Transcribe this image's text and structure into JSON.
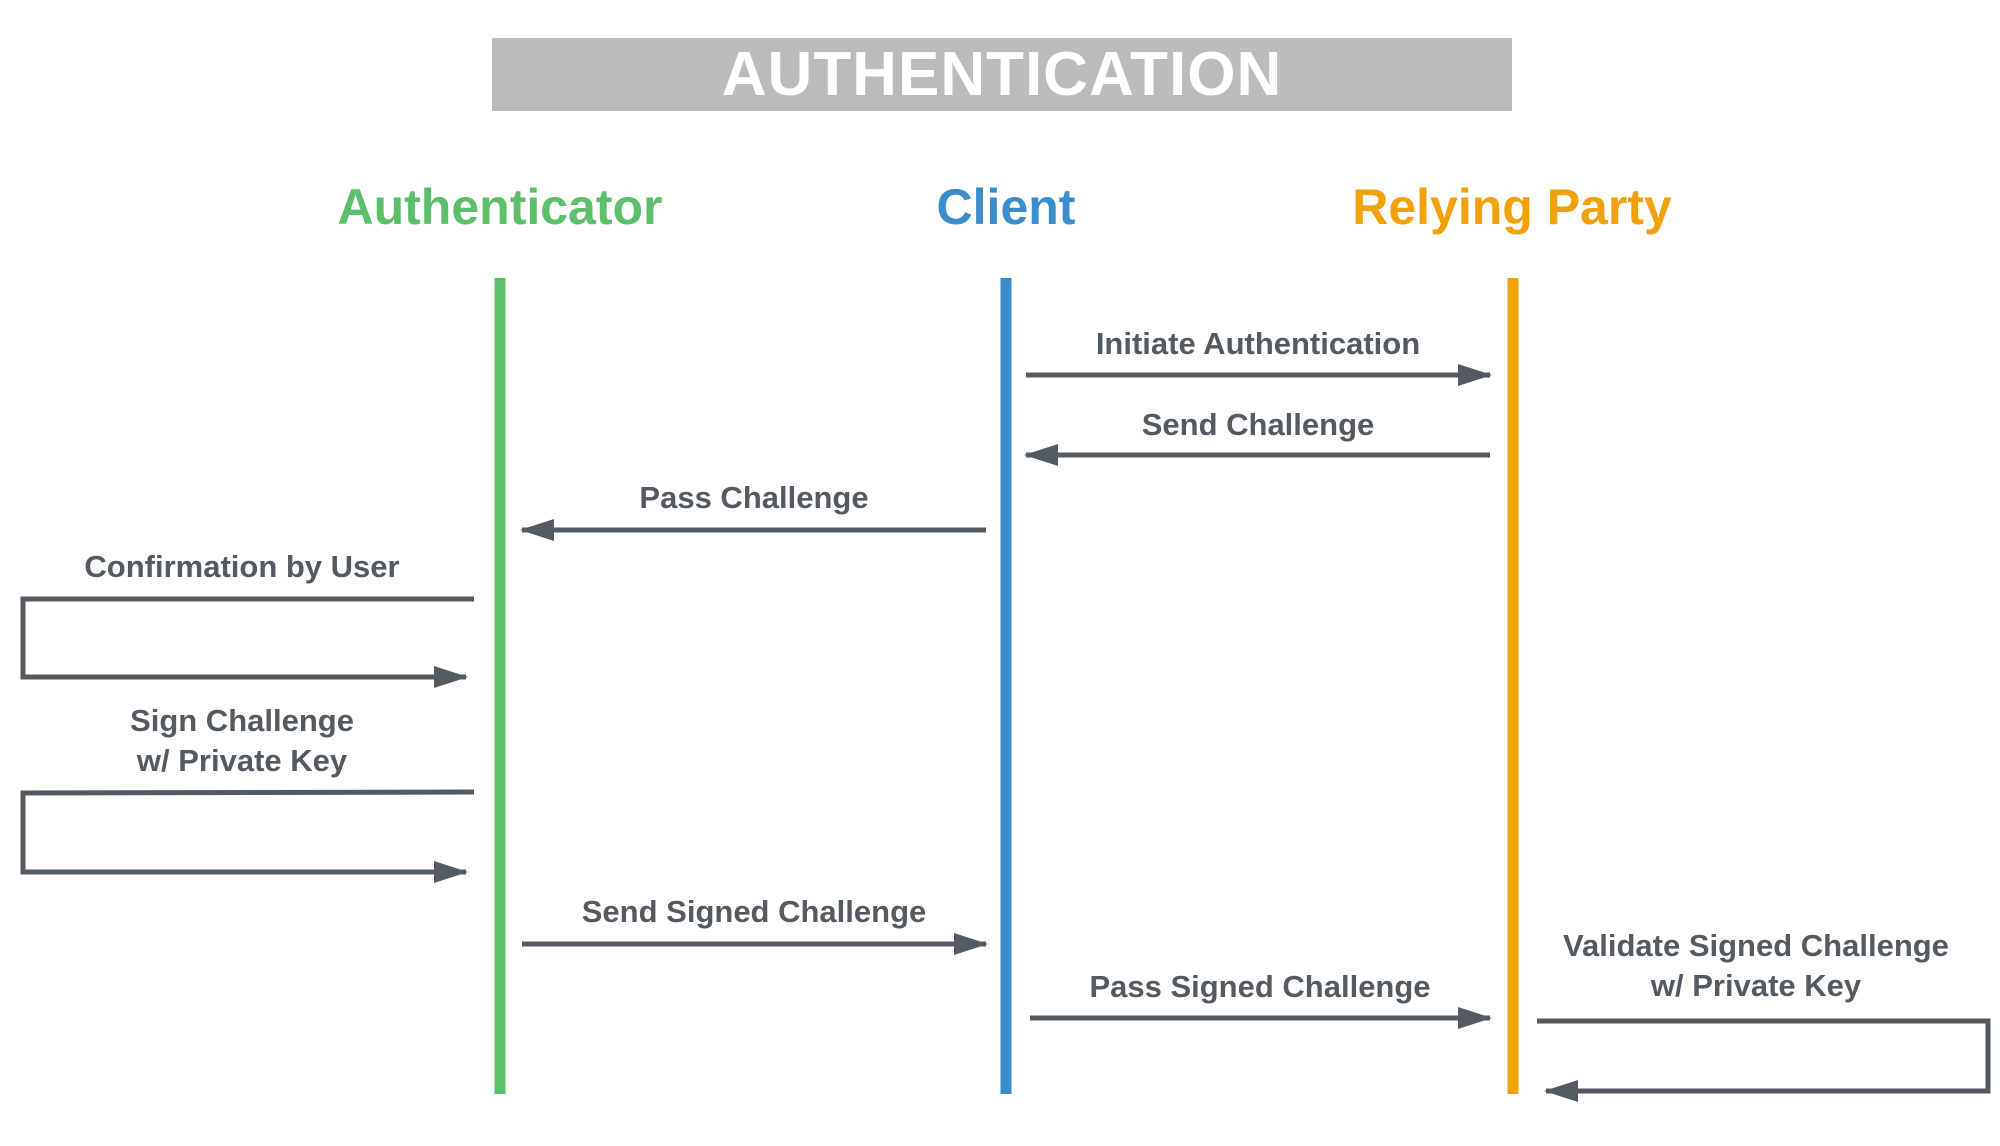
{
  "title": "AUTHENTICATION",
  "colors": {
    "authenticator": "#5cbf6a",
    "client": "#3a8ccb",
    "relying_party": "#f1a10a",
    "arrow": "#545a62",
    "title_bg": "#b9bbbd"
  },
  "actors": {
    "authenticator": "Authenticator",
    "client": "Client",
    "relying_party": "Relying Party"
  },
  "messages": {
    "initiate": "Initiate Authentication",
    "send_challenge": "Send Challenge",
    "pass_challenge": "Pass Challenge",
    "confirmation": "Confirmation by User",
    "sign_line1": "Sign Challenge",
    "sign_line2": "w/ Private Key",
    "send_signed": "Send Signed Challenge",
    "pass_signed": "Pass Signed Challenge",
    "validate_line1": "Validate Signed Challenge",
    "validate_line2": "w/ Private Key"
  }
}
